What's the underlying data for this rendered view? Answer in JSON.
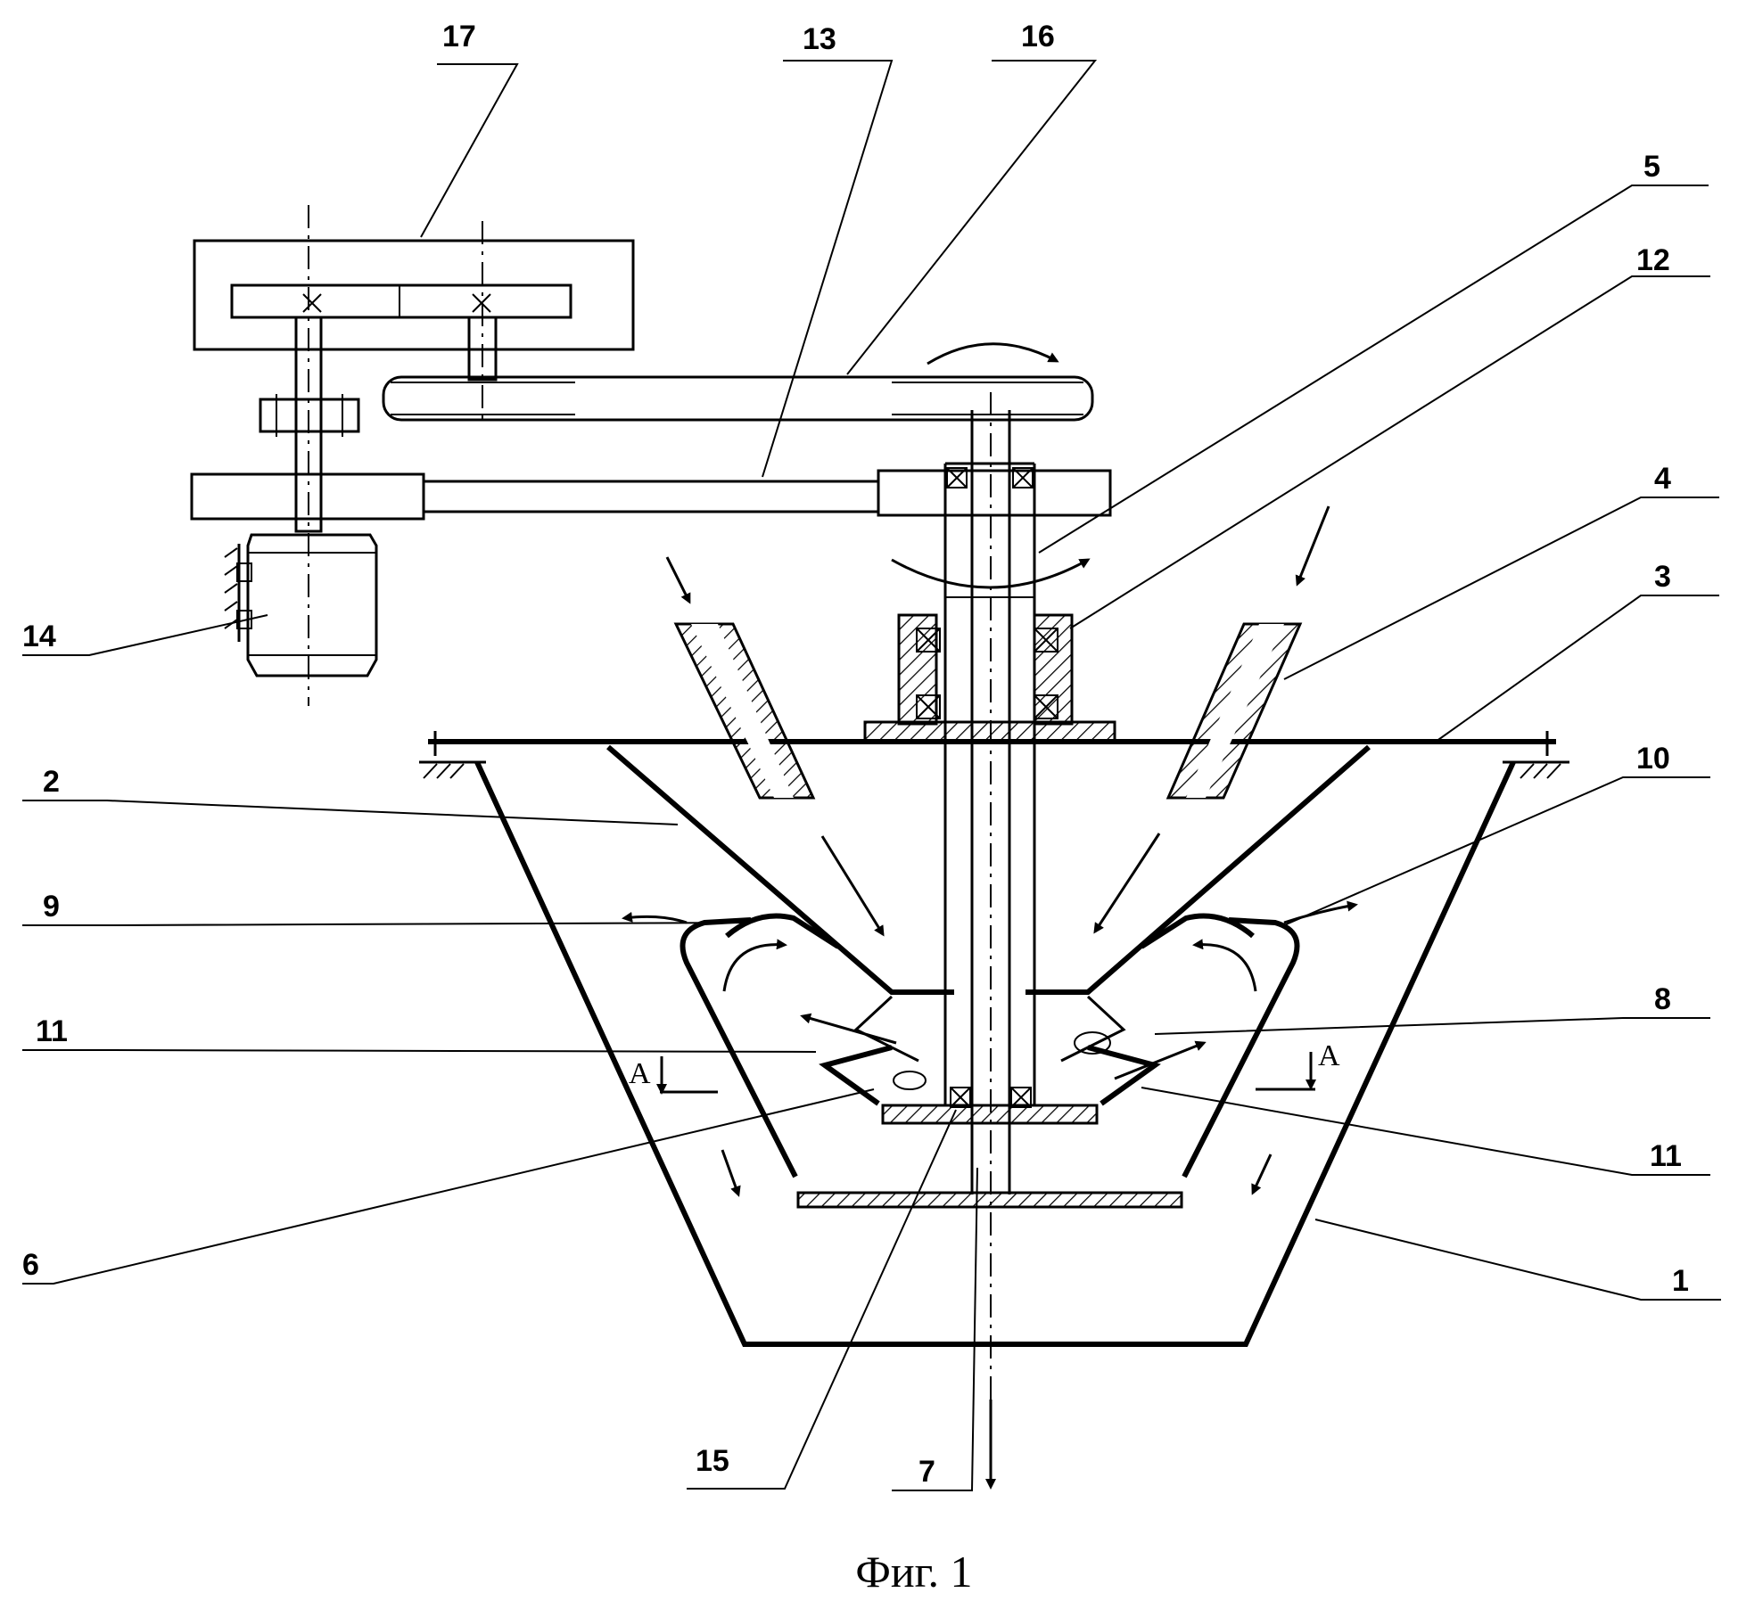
{
  "labels": [
    "17",
    "13",
    "16",
    "5",
    "12",
    "4",
    "3",
    "10",
    "2",
    "9",
    "8",
    "11",
    "11",
    "14",
    "6",
    "15",
    "7",
    "1"
  ],
  "section_mark": "A",
  "caption": "Фиг. 1",
  "colors": {
    "ink": "#000000",
    "background": "#ffffff"
  }
}
